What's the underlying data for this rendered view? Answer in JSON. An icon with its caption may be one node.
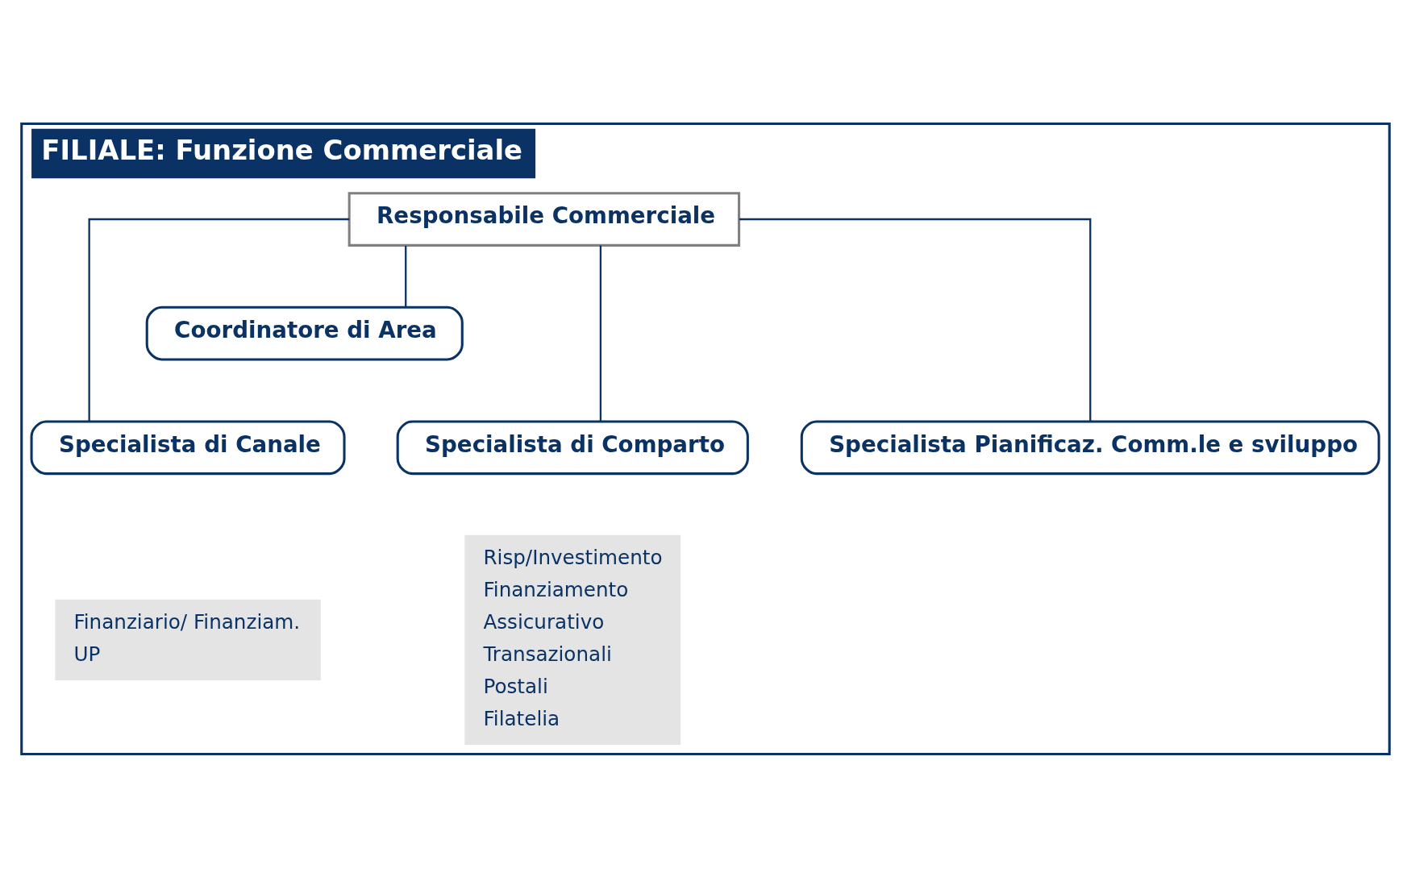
{
  "diagram": {
    "nodes": [
      {
        "text": [
          "FILIALE: Funzione Commerciale"
        ]
      },
      {
        "text": [
          "Responsabile Commerciale"
        ],
        "in": 0
      },
      {
        "text": [
          "Coordinatore di Area"
        ],
        "in": 0
      },
      {
        "text": [
          "Specialista di Canale"
        ],
        "in": 0,
        "beside": [
          "Finanziario/ Finanziam.",
          "UP"
        ]
      },
      {
        "text": [
          "Specialista di Comparto"
        ],
        "in": 0,
        "beside": [
          "Risp/Investimento",
          "Finanziamento",
          "Assicurativo",
          "Transazionali",
          "Postali",
          "Filatelia"
        ]
      },
      {
        "text": [
          "Specialista Pianificaz. Comm.le e sviluppo"
        ],
        "in": 0
      }
    ],
    "edges": [
      {
        "from": 1,
        "to": 2,
        "arrow": "none"
      },
      {
        "from": 1,
        "to": 3,
        "arrow": "none"
      },
      {
        "from": 1,
        "to": 4,
        "arrow": "none"
      },
      {
        "from": 1,
        "to": 5,
        "arrow": "none"
      }
    ]
  }
}
